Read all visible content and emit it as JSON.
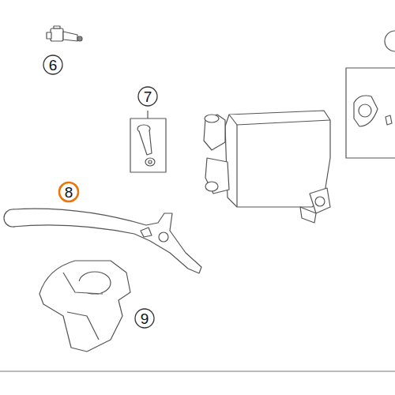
{
  "diagram": {
    "labels": [
      "6",
      "7",
      "8",
      "9"
    ]
  }
}
